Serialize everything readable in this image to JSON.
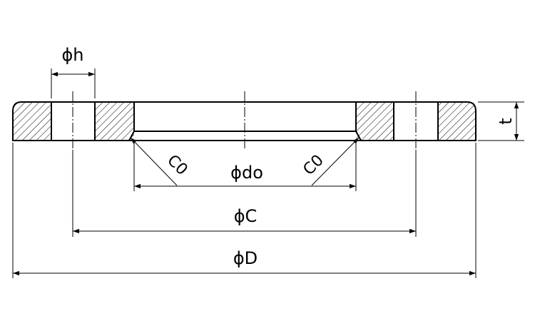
{
  "diagram": {
    "labels": {
      "phi_h": "ϕh",
      "phi_do": "ϕdo",
      "phi_C": "ϕC",
      "phi_D": "ϕD",
      "t": "t",
      "chamfer_left": "C0",
      "chamfer_right": "C0"
    }
  }
}
